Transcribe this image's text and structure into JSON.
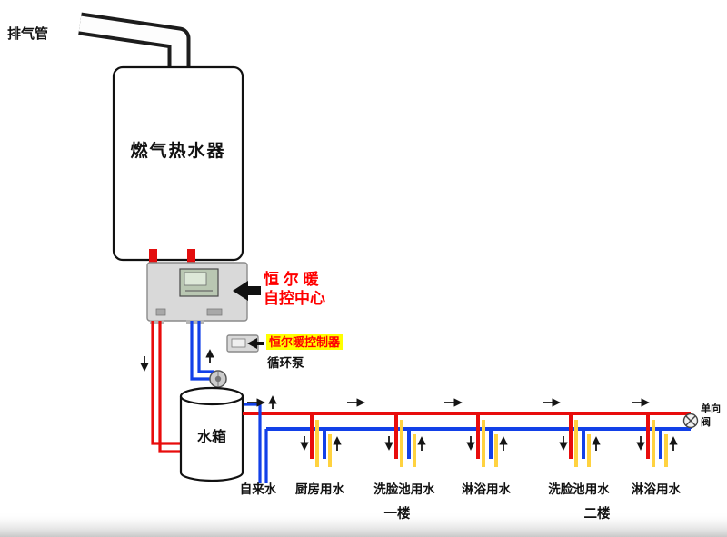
{
  "labels": {
    "exhaust_pipe": "排气管",
    "heater": "燃气热水器",
    "control_center": [
      "恒 尔 暖",
      "自控中心"
    ],
    "controller": "恒尔暖控制器",
    "pump": "循环泵",
    "tank": "水箱",
    "tap_water": "自来水",
    "check_valve": [
      "单向",
      "阀"
    ],
    "fixtures": [
      "厨房用水",
      "洗脸池用水",
      "淋浴用水",
      "洗脸池用水",
      "淋浴用水"
    ],
    "floors": [
      "一楼",
      "二楼"
    ]
  },
  "colors": {
    "hot_pipe": "#e80c0c",
    "cold_pipe": "#1240e8",
    "mixed_pipe": "#ffd23f",
    "label_red": "#ff0000",
    "label_highlight": "#ffff00",
    "device_fill": "#d9d9d9"
  }
}
